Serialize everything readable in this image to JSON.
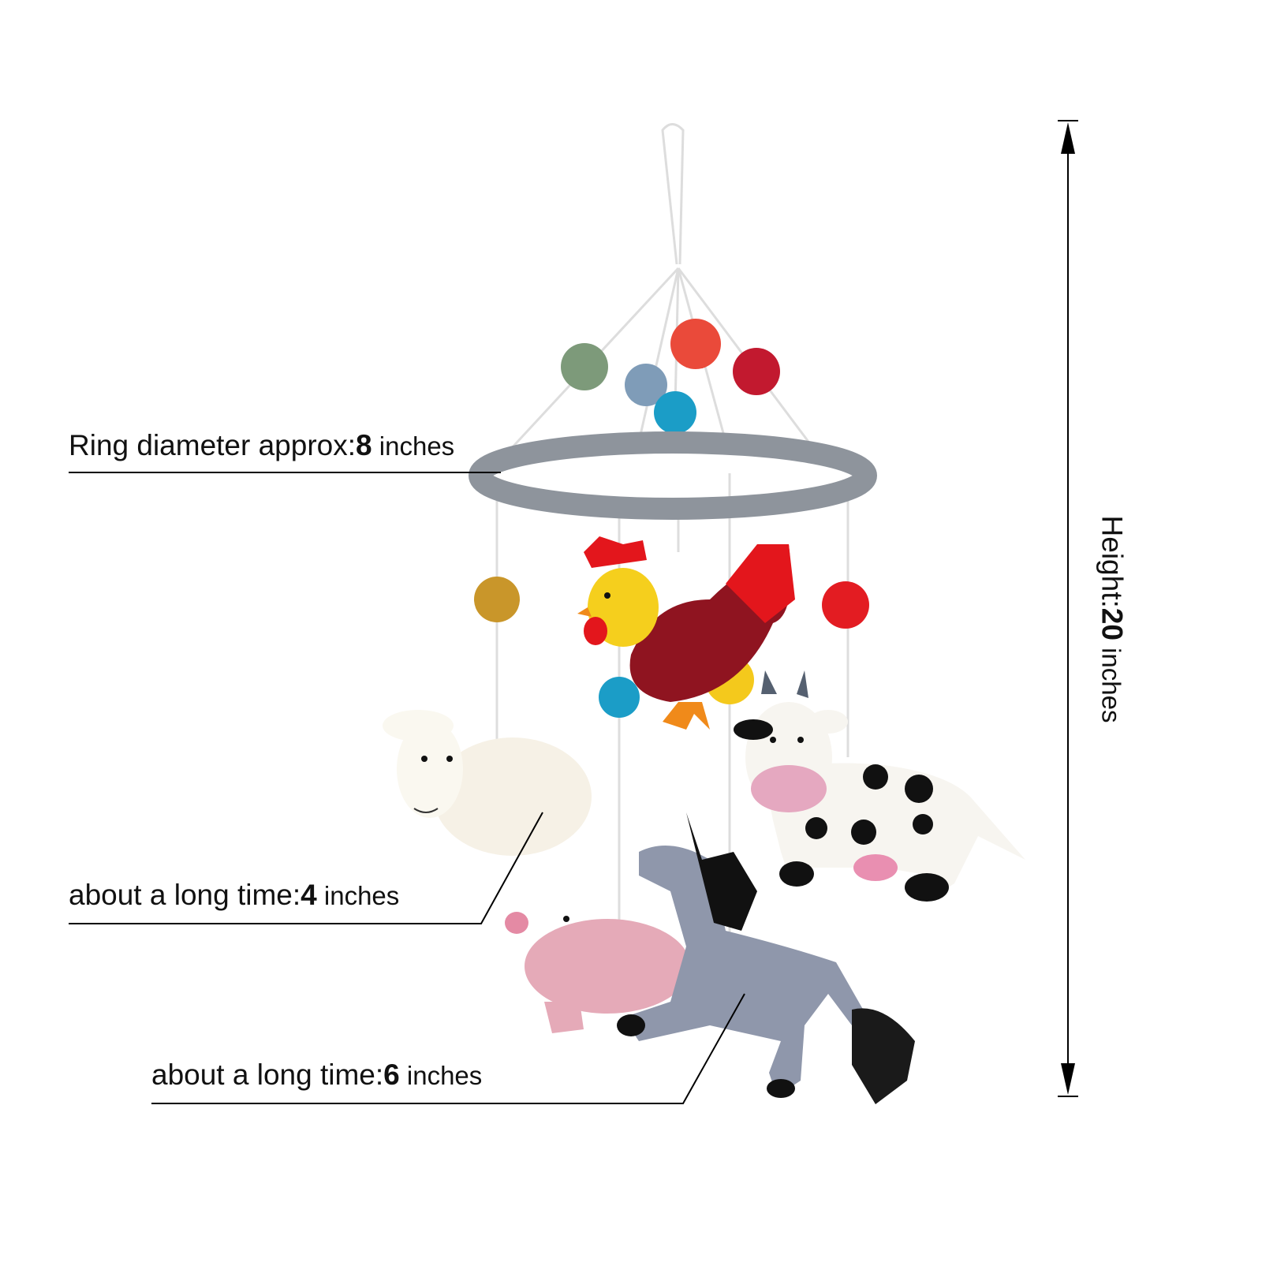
{
  "annotations": {
    "ring": {
      "prefix": "Ring diameter approx:",
      "value": "8",
      "unit": " inches"
    },
    "length_small": {
      "prefix": "about a long time:",
      "value": "4",
      "unit": " inches"
    },
    "length_large": {
      "prefix": "about a long time:",
      "value": "6",
      "unit": " inches"
    },
    "height": {
      "prefix": "Height:",
      "value": "20",
      "unit": " inches"
    }
  },
  "colors": {
    "ring": "#8e949c",
    "line": "#000000"
  }
}
